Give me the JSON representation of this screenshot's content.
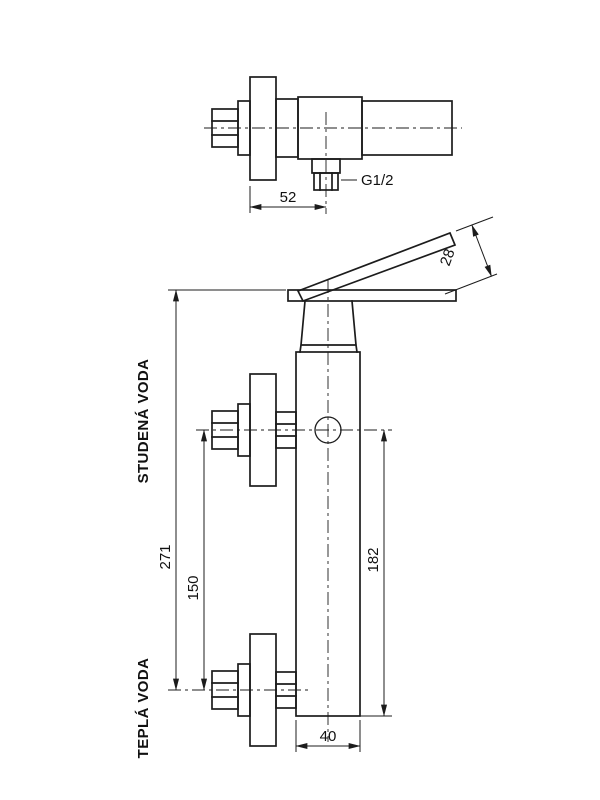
{
  "colors": {
    "line": "#1c1c1c",
    "background": "#ffffff"
  },
  "top_view": {
    "width_dim": "52",
    "thread_label": "G1/2"
  },
  "front_view": {
    "handle_offset_dim": "28",
    "overall_height_dim": "271",
    "connection_spacing_dim": "150",
    "body_height_dim": "182",
    "body_width_dim": "40",
    "cold_water_label": "STUDENÁ VODA",
    "hot_water_label": "TEPLÁ VODA"
  }
}
